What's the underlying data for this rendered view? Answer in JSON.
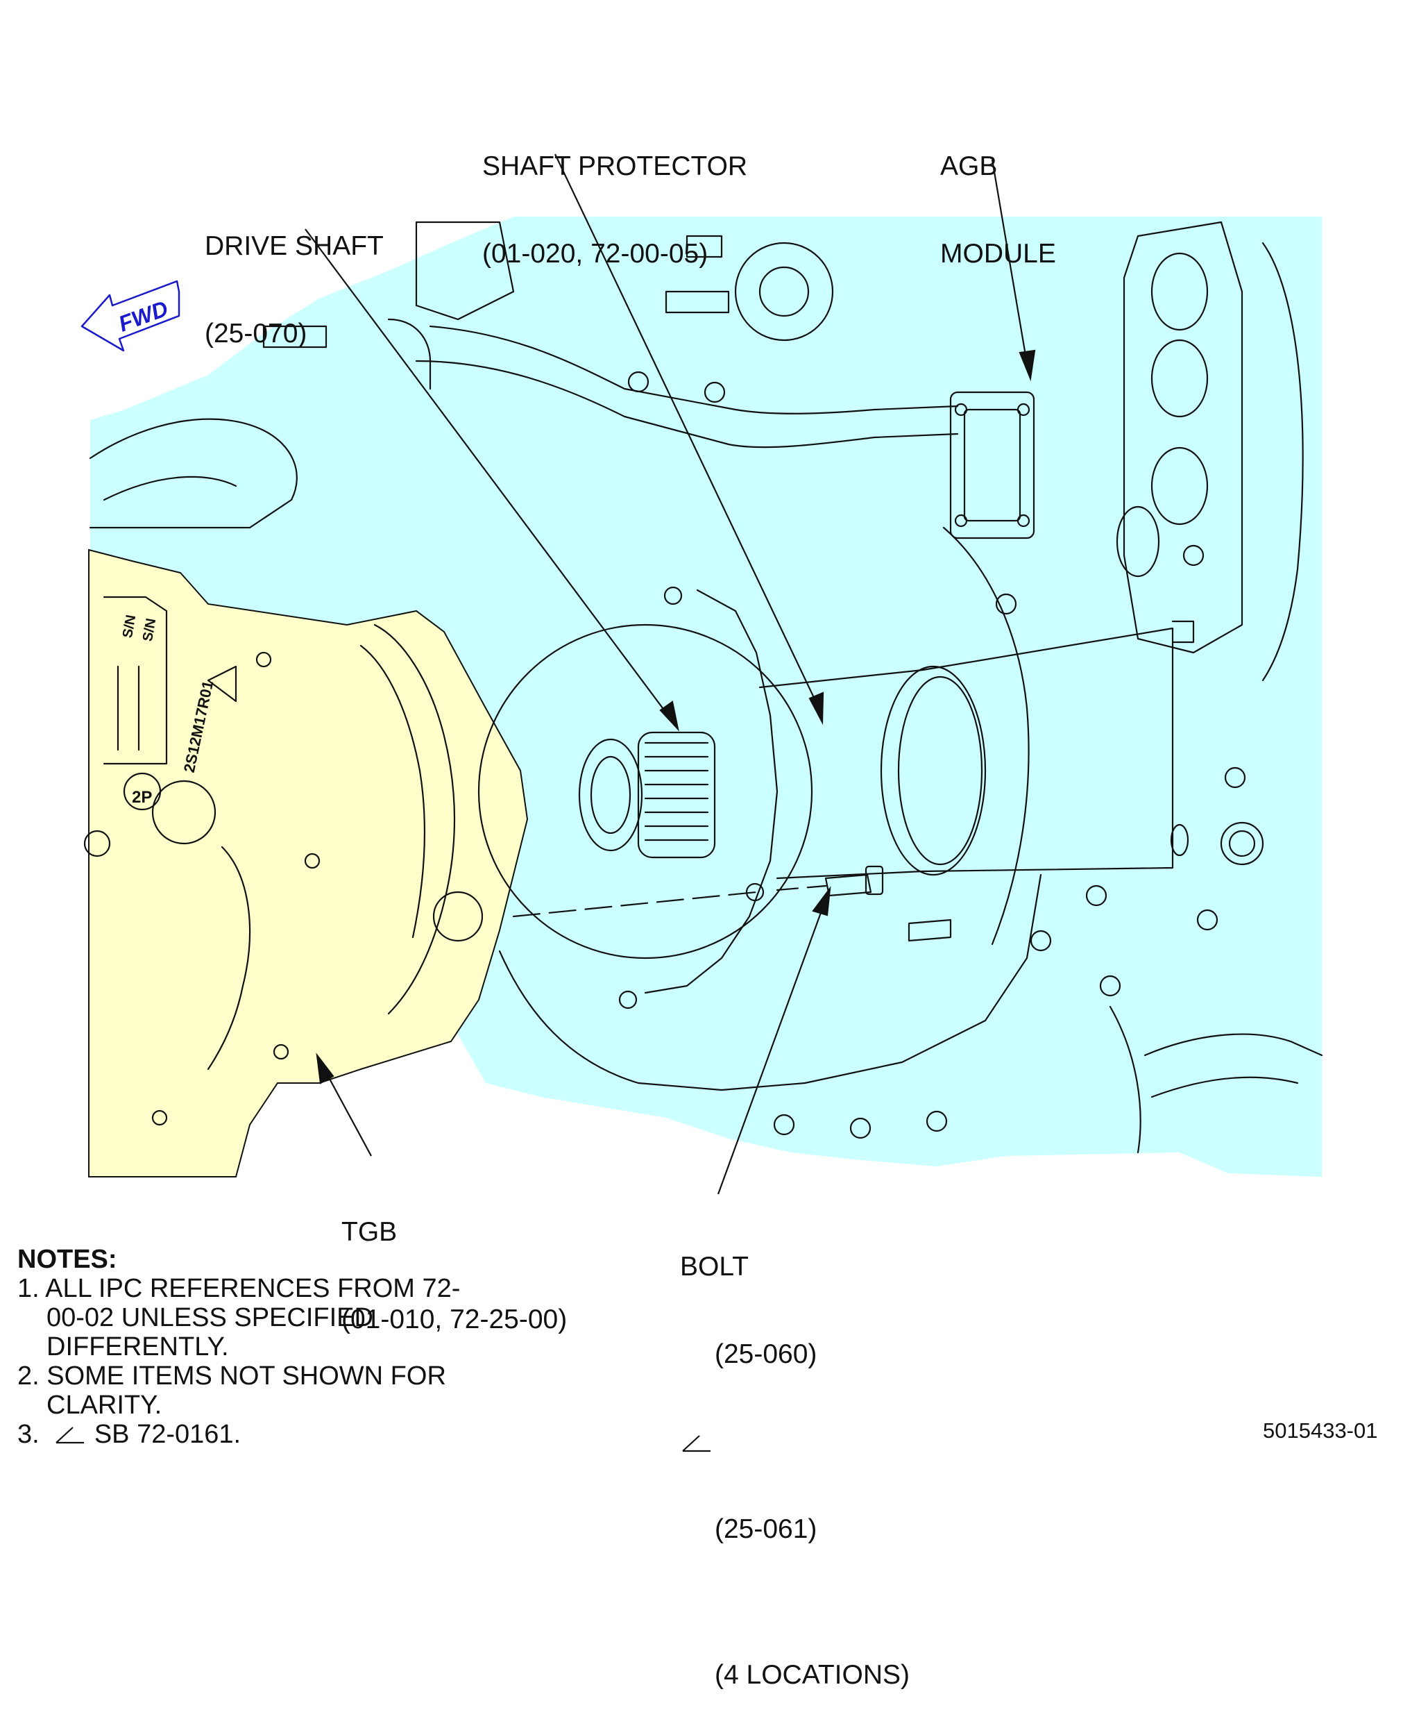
{
  "labels": {
    "shaft_protector": {
      "line1": "SHAFT PROTECTOR",
      "line2": "(01-020, 72-00-05)"
    },
    "agb_module": {
      "line1": "AGB",
      "line2": "MODULE"
    },
    "drive_shaft": {
      "line1": "DRIVE SHAFT",
      "line2": "(25-070)"
    },
    "tgb": {
      "line1": "TGB",
      "line2": "(01-010, 72-25-00)"
    },
    "bolt": {
      "line1": "BOLT",
      "line2": "(25-060)",
      "line3": "(25-061)",
      "line4": "(4 LOCATIONS)"
    },
    "fwd": "FWD",
    "tgb_plate_1": "S/N",
    "tgb_plate_2": "S/N",
    "tgb_part_no": "2S12M17R01",
    "tgb_mark": "2P"
  },
  "notes": {
    "heading": "NOTES:",
    "items": [
      "1. ALL IPC REFERENCES FROM 72-00-02 UNLESS SPECIFIED DIFFERENTLY.",
      "2. SOME ITEMS NOT SHOWN FOR CLARITY."
    ],
    "item3_prefix": "3.",
    "item3_text": "SB 72-0161."
  },
  "figure_id": "5015433-01",
  "colors": {
    "module_fill": "#ccffff",
    "tgb_fill": "#ffffcc",
    "line": "#111111",
    "fwd_arrow": "#1a1acc"
  },
  "icons": {
    "fwd": "forward-direction-arrow-icon",
    "delta": "sb-effectivity-triangle-icon"
  }
}
